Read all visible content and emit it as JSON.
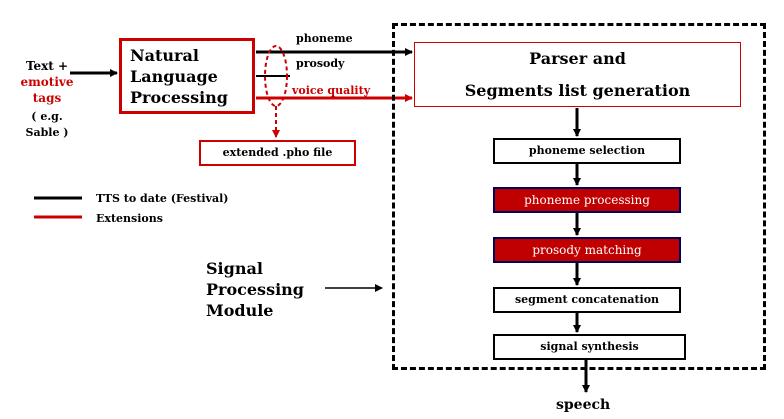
{
  "input": {
    "line1": "Text +",
    "line2": "emotive tags",
    "line3": "( e.g. Sable )"
  },
  "nlp": {
    "title": [
      "Natural",
      "Language",
      "Processing"
    ]
  },
  "arrows": {
    "phoneme": "phoneme",
    "prosody": "prosody",
    "voice_quality": "voice quality"
  },
  "pho_file": "extended .pho file",
  "legend": {
    "tts": "TTS to date (Festival)",
    "extensions": "Extensions"
  },
  "signal_module_label": [
    "Signal",
    "Processing",
    "Module"
  ],
  "parser": [
    "Parser and",
    "Segments list generation"
  ],
  "steps": [
    {
      "label": "phoneme selection",
      "style": "plain"
    },
    {
      "label": "phoneme processing",
      "style": "extension"
    },
    {
      "label": "prosody matching",
      "style": "extension"
    },
    {
      "label": "segment concatenation",
      "style": "plain"
    },
    {
      "label": "signal synthesis",
      "style": "plain"
    }
  ],
  "output": "speech",
  "colors": {
    "standard": "#000000",
    "extension": "#cc0000",
    "extension_fill": "#c00000"
  }
}
